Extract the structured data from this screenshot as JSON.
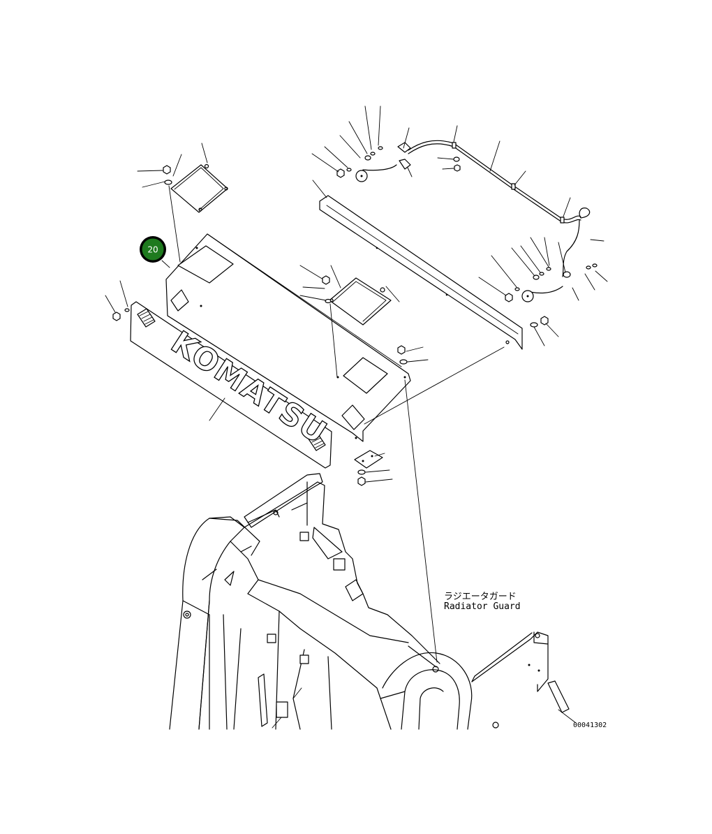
{
  "diagram": {
    "label_jp": "ラジエータガード",
    "label_en": "Radiator Guard",
    "drawing_code": "00041302",
    "logo_text": "KOMATSU",
    "callout": {
      "number": "20",
      "color": "#1e7a1e",
      "ring": "#000000"
    }
  }
}
